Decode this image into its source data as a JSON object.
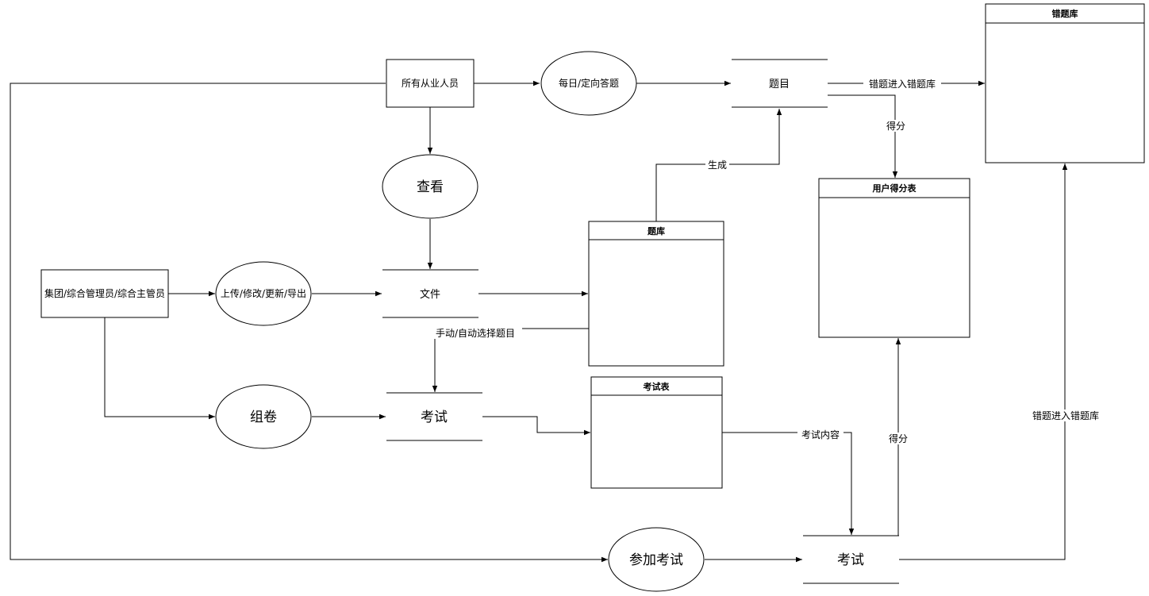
{
  "entities": {
    "all_staff": "所有从业人员",
    "group_admin": "集团/综合管理员/综合主管员"
  },
  "processes": {
    "daily_answer": "每日/定向答题",
    "view": "查看",
    "upload": "上传/修改/更新/导出",
    "compose": "组卷",
    "take_exam": "参加考试"
  },
  "datastores": {
    "questions": "题目",
    "file": "文件",
    "exam": "考试",
    "exam2": "考试"
  },
  "tables": {
    "wrong_bank": "错题库",
    "question_bank": "题库",
    "score_table": "用户得分表",
    "exam_table": "考试表"
  },
  "edge_labels": {
    "wrong_to_bank_1": "错题进入错题库",
    "score_1": "得分",
    "generate": "生成",
    "manual_select": "手动/自动选择题目",
    "exam_content": "考试内容",
    "score_2": "得分",
    "wrong_to_bank_2": "错题进入错题库"
  }
}
